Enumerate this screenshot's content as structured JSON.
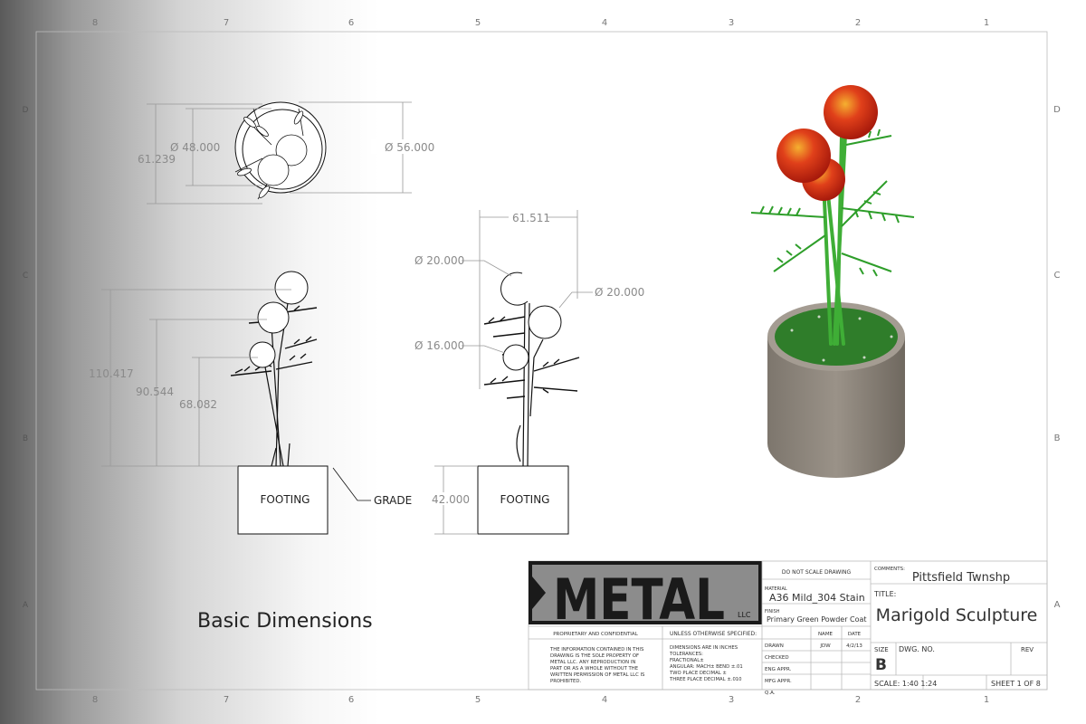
{
  "sheet": {
    "columns": [
      "8",
      "7",
      "6",
      "5",
      "4",
      "3",
      "2",
      "1"
    ],
    "rows": [
      "D",
      "C",
      "B",
      "A"
    ],
    "view_label": "Basic Dimensions"
  },
  "top_view": {
    "dims": [
      "61.239",
      "Ø 48.000",
      "Ø 56.000"
    ]
  },
  "front_view": {
    "dims": [
      "110.417",
      "90.544",
      "68.082"
    ],
    "footing_label": "FOOTING",
    "grade_label": "GRADE"
  },
  "side_view": {
    "dims": [
      "61.511",
      "Ø 20.000",
      "Ø 20.000",
      "Ø 16.000",
      "42.000"
    ],
    "footing_label": "FOOTING"
  },
  "colors": {
    "flower": "#e0401a",
    "flower_highlight": "#f5b030",
    "leaf": "#2e9e2a",
    "pot": "#8f877d",
    "soil": "#2f7d2a"
  },
  "title_block": {
    "logo_text": "METAL",
    "logo_suffix": "LLC",
    "do_not_scale": "DO NOT SCALE DRAWING",
    "material_label": "MATERIAL",
    "material": "A36 Mild_304 Stain",
    "finish_label": "FINISH",
    "finish": "Primary Green Powder Coat",
    "proprietary_header": "PROPRIETARY AND CONFIDENTIAL",
    "proprietary_text": [
      "THE INFORMATION CONTAINED IN THIS",
      "DRAWING IS THE SOLE PROPERTY OF",
      "METAL LLC. ANY REPRODUCTION IN",
      "PART OR AS A WHOLE WITHOUT THE",
      "WRITTEN PERMISSION OF METAL LLC IS",
      "PROHIBITED."
    ],
    "unless_header": "UNLESS OTHERWISE SPECIFIED:",
    "tolerances": [
      "DIMENSIONS ARE IN INCHES",
      "TOLERANCES:",
      "FRACTIONAL±",
      "ANGULAR: MACH±    BEND ±.01",
      "TWO PLACE DECIMAL    ±",
      "THREE PLACE DECIMAL  ±.010"
    ],
    "name_header": "NAME",
    "date_header": "DATE",
    "approvals": [
      {
        "role": "DRAWN",
        "name": "JDW",
        "date": "4/2/13"
      },
      {
        "role": "CHECKED",
        "name": "",
        "date": ""
      },
      {
        "role": "ENG APPR.",
        "name": "",
        "date": ""
      },
      {
        "role": "MFG APPR.",
        "name": "",
        "date": ""
      },
      {
        "role": "Q.A.",
        "name": "",
        "date": ""
      }
    ],
    "comments_label": "COMMENTS:",
    "comments": "Pittsfield Twnshp",
    "title_label": "TITLE:",
    "title": "Marigold Sculpture",
    "size_label": "SIZE",
    "size": "B",
    "dwg_no_label": "DWG.  NO.",
    "rev_label": "REV",
    "scale": "SCALE: 1:40 1:24",
    "sheet": "SHEET 1 OF 8"
  }
}
